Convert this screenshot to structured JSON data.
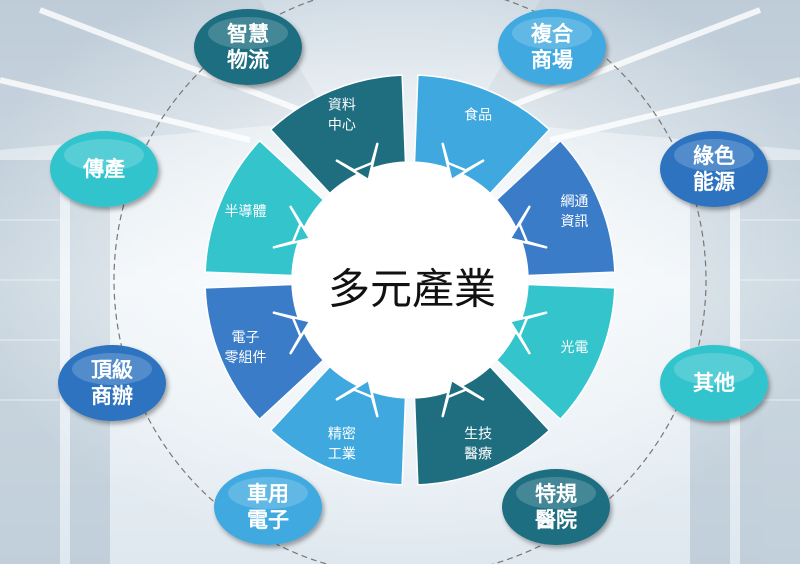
{
  "center": {
    "title": "多元產業"
  },
  "segments": [
    {
      "lines": [
        "資料",
        "中心"
      ],
      "color": "#1f6e80"
    },
    {
      "lines": [
        "食品"
      ],
      "color": "#3fa9df"
    },
    {
      "lines": [
        "網通",
        "資訊"
      ],
      "color": "#3b7cc9"
    },
    {
      "lines": [
        "光電"
      ],
      "color": "#33c4cc"
    },
    {
      "lines": [
        "生技",
        "醫療"
      ],
      "color": "#1f6e80"
    },
    {
      "lines": [
        "精密",
        "工業"
      ],
      "color": "#3fa9df"
    },
    {
      "lines": [
        "電子",
        "零組件"
      ],
      "color": "#3b7cc9"
    },
    {
      "lines": [
        "半導體"
      ],
      "color": "#33c4cc"
    }
  ],
  "bubbles": [
    {
      "id": "smart-logistics",
      "lines": [
        "智慧",
        "物流"
      ],
      "color": "#1f6e80"
    },
    {
      "id": "complex-mall",
      "lines": [
        "複合",
        "商場"
      ],
      "color": "#3fa9df"
    },
    {
      "id": "green-energy",
      "lines": [
        "綠色",
        "能源"
      ],
      "color": "#2e73c0"
    },
    {
      "id": "others",
      "lines": [
        "其他"
      ],
      "color": "#33c4cc"
    },
    {
      "id": "special-medical",
      "lines": [
        "特規",
        "醫院"
      ],
      "color": "#1f6e80"
    },
    {
      "id": "automotive-electronics",
      "lines": [
        "車用",
        "電子"
      ],
      "color": "#3fa9df"
    },
    {
      "id": "top-office",
      "lines": [
        "頂級",
        "商辦"
      ],
      "color": "#2e73c0"
    },
    {
      "id": "heritage",
      "lines": [
        "傳產"
      ],
      "color": "#33c4cc"
    }
  ]
}
